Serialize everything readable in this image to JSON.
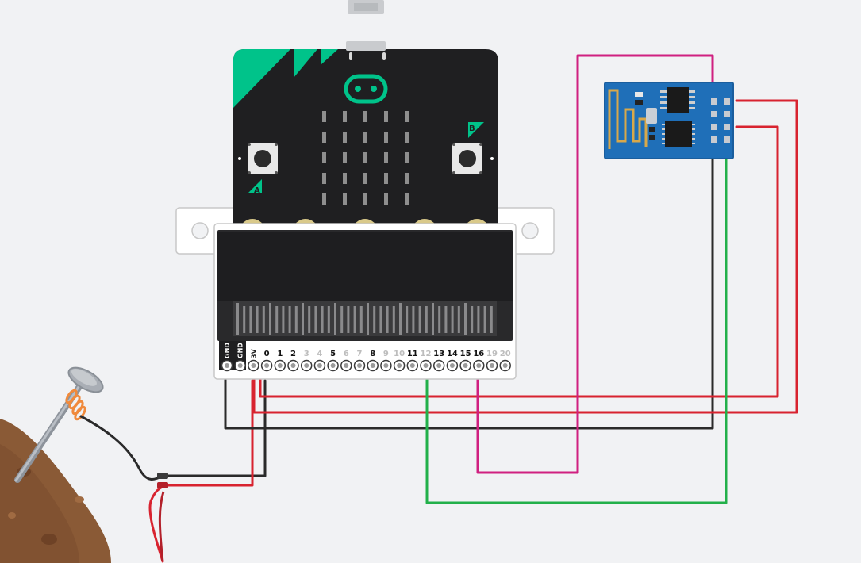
{
  "board": {
    "button_a": "A",
    "button_b": "B",
    "pins": [
      {
        "label": "GND",
        "kind": "vertical"
      },
      {
        "label": "GND",
        "kind": "vertical"
      },
      {
        "label": "3V",
        "kind": "vertical"
      },
      {
        "label": "0",
        "kind": "bold"
      },
      {
        "label": "1",
        "kind": "bold"
      },
      {
        "label": "2",
        "kind": "bold"
      },
      {
        "label": "3",
        "kind": "dim"
      },
      {
        "label": "4",
        "kind": "dim"
      },
      {
        "label": "5",
        "kind": "bold"
      },
      {
        "label": "6",
        "kind": "dim"
      },
      {
        "label": "7",
        "kind": "dim"
      },
      {
        "label": "8",
        "kind": "bold"
      },
      {
        "label": "9",
        "kind": "dim"
      },
      {
        "label": "10",
        "kind": "dim"
      },
      {
        "label": "11",
        "kind": "bold"
      },
      {
        "label": "12",
        "kind": "dim"
      },
      {
        "label": "13",
        "kind": "bold"
      },
      {
        "label": "14",
        "kind": "bold"
      },
      {
        "label": "15",
        "kind": "bold"
      },
      {
        "label": "16",
        "kind": "bold"
      },
      {
        "label": "19",
        "kind": "dim"
      },
      {
        "label": "20",
        "kind": "dim"
      }
    ]
  },
  "colors": {
    "background": "#f1f2f4",
    "board": "#1f1f21",
    "accent": "#00c38a",
    "wire_red": "#e0202f",
    "wire_black": "#2a2a2a",
    "wire_green": "#22b04a",
    "wire_magenta": "#d02080",
    "wifi_module": "#1f6fb8",
    "nail": "#9aa0a8",
    "coil": "#f08a3c",
    "soil": "#8a5a36"
  },
  "icons": {
    "usb": "usb-connector-icon",
    "logo": "microbit-logo-icon",
    "antenna": "pcb-antenna-icon"
  }
}
